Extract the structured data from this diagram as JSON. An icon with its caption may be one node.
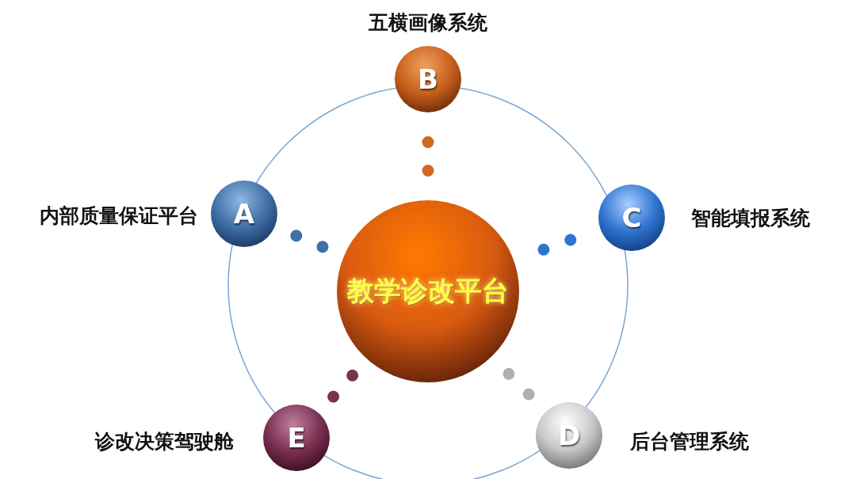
{
  "diagram": {
    "nodes": [
      {
        "text": [
          "教学诊改平台"
        ]
      },
      {
        "text": [
          "B"
        ],
        "beside": [
          "五横画像系统"
        ]
      },
      {
        "text": [
          "A"
        ],
        "beside": [
          "内部质量保证平台"
        ]
      },
      {
        "text": [
          "C"
        ],
        "beside": [
          "智能填报系统"
        ]
      },
      {
        "text": [
          "E"
        ],
        "beside": [
          "诊改决策驾驶舱"
        ]
      },
      {
        "text": [
          "D"
        ],
        "beside": [
          "后台管理系统"
        ]
      }
    ],
    "edges": [
      {
        "from": 0,
        "to": 1,
        "arrow": "none",
        "style": "dashed",
        "color": "#d0691e"
      },
      {
        "from": 0,
        "to": 2,
        "arrow": "none",
        "style": "dashed",
        "color": "#3f6fa8"
      },
      {
        "from": 0,
        "to": 3,
        "arrow": "none",
        "style": "dashed",
        "color": "#2f74d0"
      },
      {
        "from": 0,
        "to": 4,
        "arrow": "none",
        "style": "dashed",
        "color": "#7a3050"
      },
      {
        "from": 0,
        "to": 5,
        "arrow": "none",
        "style": "dashed",
        "color": "#b0b0b0"
      }
    ]
  }
}
